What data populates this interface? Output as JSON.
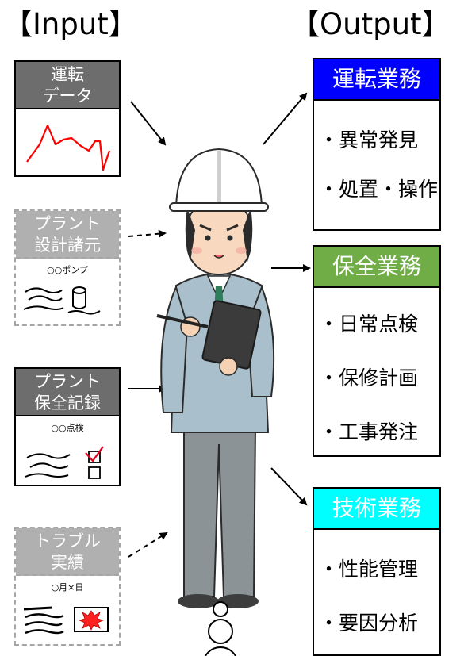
{
  "input_heading": "【Input】",
  "output_heading": "【Output】",
  "inputs": [
    {
      "title": "運転\nデータ",
      "line1": "運転",
      "line2": "データ",
      "sub": ""
    },
    {
      "title": "プラント設計諸元",
      "line1": "プラント",
      "line2": "設計諸元",
      "sub": "○○ポンプ"
    },
    {
      "title": "プラント保全記録",
      "line1": "プラント",
      "line2": "保全記録",
      "sub": "○○点検"
    },
    {
      "title": "トラブル実績",
      "line1": "トラブル",
      "line2": "実績",
      "sub": "○月×日"
    }
  ],
  "outputs": [
    {
      "title": "運転業務",
      "color": "#0000ff",
      "text_color": "#ffffff",
      "items": [
        "・異常発見",
        "・処置・操作"
      ]
    },
    {
      "title": "保全業務",
      "color": "#70ad47",
      "text_color": "#ffffff",
      "items": [
        "・日常点検",
        "・保修計画",
        "・工事発注"
      ]
    },
    {
      "title": "技術業務",
      "color": "#00ffff",
      "text_color": "#ffffff",
      "items": [
        "・性能管理",
        "・要因分析"
      ]
    }
  ],
  "colors": {
    "dashed_border": "#a6a6a6",
    "graph_line": "#ff0000",
    "header_dark": "#6d6d6d",
    "header_light": "#b0b0b0"
  }
}
